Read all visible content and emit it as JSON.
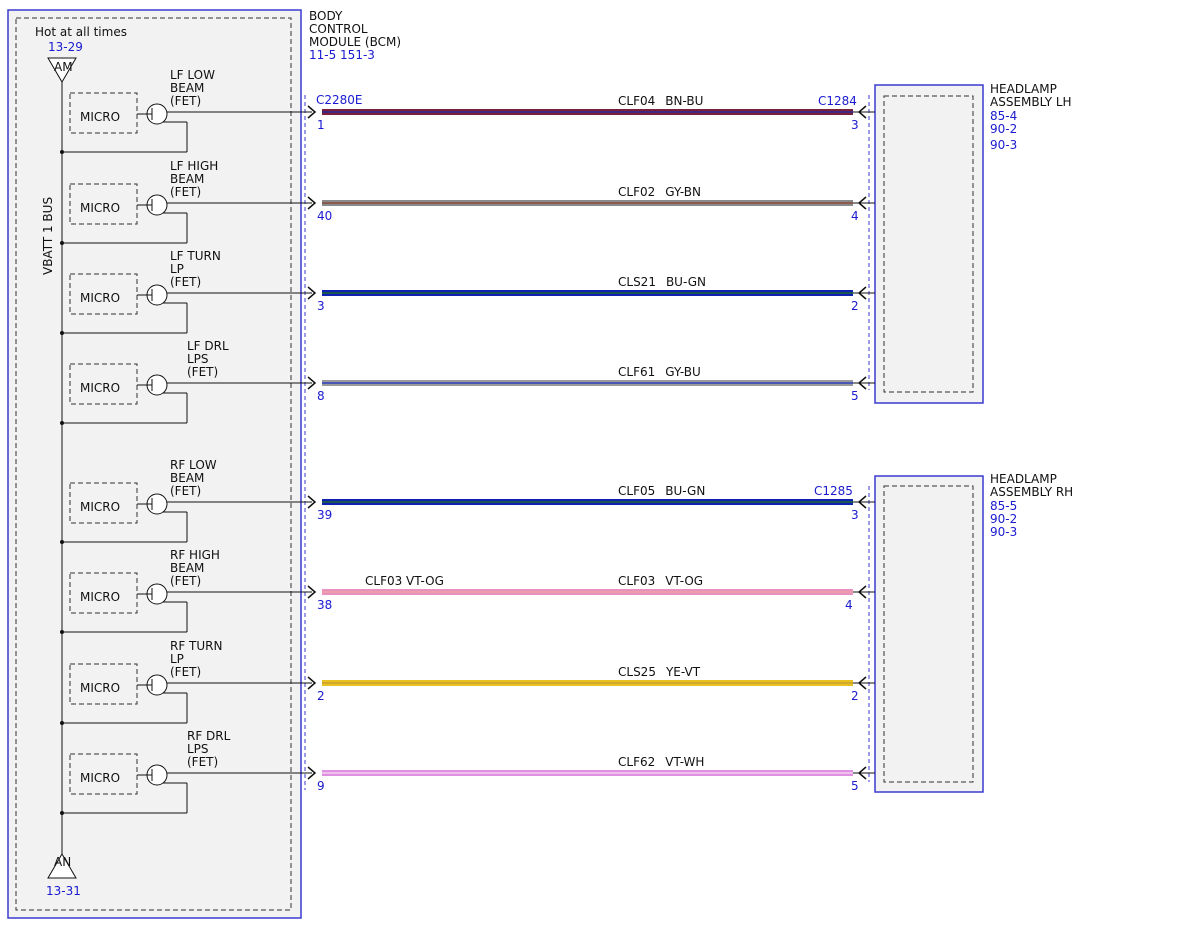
{
  "bcm": {
    "title_lines": [
      "BODY",
      "CONTROL",
      "MODULE (BCM)"
    ],
    "refs": "11-5   151-3",
    "hot_label": "Hot at all times",
    "top_ref": "13-29",
    "top_fuse": "AM",
    "bottom_fuse": "AN",
    "bottom_ref": "13-31",
    "bus_label": "VBATT 1 BUS",
    "micro_label": "MICRO"
  },
  "connectors": {
    "bcm": "C2280E",
    "lh": "C1284",
    "rh": "C1285"
  },
  "assemblies": [
    {
      "title_lines": [
        "HEADLAMP",
        "ASSEMBLY LH"
      ],
      "refs": [
        "85-4",
        "90-2",
        "90-3"
      ]
    },
    {
      "title_lines": [
        "HEADLAMP",
        "ASSEMBLY RH"
      ],
      "refs": [
        "85-5",
        "90-2",
        "90-3"
      ]
    }
  ],
  "circuits": [
    {
      "fet_lines": [
        "LF LOW",
        "BEAM",
        "(FET)"
      ],
      "circuit": "CLF04",
      "color": "BN-BU",
      "bcm_pin": "1",
      "lamp_pin": "3",
      "wire_colors": [
        "#7a1f3a",
        "#2a2a9a"
      ]
    },
    {
      "fet_lines": [
        "LF HIGH",
        "BEAM",
        "(FET)"
      ],
      "circuit": "CLF02",
      "color": "GY-BN",
      "bcm_pin": "40",
      "lamp_pin": "4",
      "wire_colors": [
        "#8a8a8a",
        "#8a4a3a"
      ]
    },
    {
      "fet_lines": [
        "LF TURN",
        "LP",
        "(FET)"
      ],
      "circuit": "CLS21",
      "color": "BU-GN",
      "bcm_pin": "3",
      "lamp_pin": "2",
      "wire_colors": [
        "#1020b0",
        "#1a6a30"
      ]
    },
    {
      "fet_lines": [
        "LF DRL",
        "LPS",
        "(FET)"
      ],
      "circuit": "CLF61",
      "color": "GY-BU",
      "bcm_pin": "8",
      "lamp_pin": "5",
      "wire_colors": [
        "#9a9a9a",
        "#3040c0"
      ]
    },
    {
      "fet_lines": [
        "RF LOW",
        "BEAM",
        "(FET)"
      ],
      "circuit": "CLF05",
      "color": "BU-GN",
      "bcm_pin": "39",
      "lamp_pin": "3",
      "wire_colors": [
        "#1020b0",
        "#1a6a30"
      ]
    },
    {
      "fet_lines": [
        "RF HIGH",
        "BEAM",
        "(FET)"
      ],
      "circuit": "CLF03",
      "color": "VT-OG",
      "bcm_pin": "38",
      "lamp_pin": "4",
      "wire_colors": [
        "#e890c0",
        "#f0a0a0"
      ],
      "extra_label": "CLF03   VT-OG"
    },
    {
      "fet_lines": [
        "RF TURN",
        "LP",
        "(FET)"
      ],
      "circuit": "CLS25",
      "color": "YE-VT",
      "bcm_pin": "2",
      "lamp_pin": "2",
      "wire_colors": [
        "#e8c020",
        "#c8a030"
      ]
    },
    {
      "fet_lines": [
        "RF DRL",
        "LPS",
        "(FET)"
      ],
      "circuit": "CLF62",
      "color": "VT-WH",
      "bcm_pin": "9",
      "lamp_pin": "5",
      "wire_colors": [
        "#e090e0",
        "#f4d0f4"
      ]
    }
  ]
}
